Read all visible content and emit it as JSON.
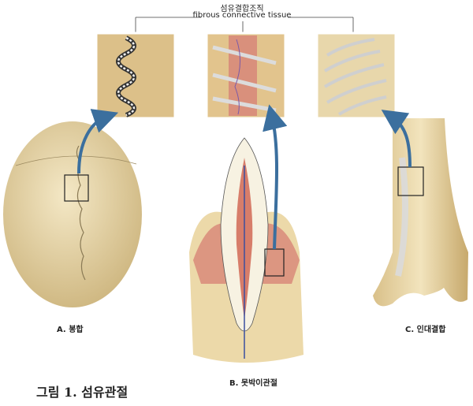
{
  "header": {
    "label_korean": "섬유결합조직",
    "label_english": "fibrous connective tissue"
  },
  "panels": [
    {
      "label": "A. 봉합"
    },
    {
      "label": "B. 못박이관절"
    },
    {
      "label": "C. 인대결합"
    }
  ],
  "caption": "그림 1. 섬유관절",
  "colors": {
    "bone": "#e8d6a8",
    "inset_bg": "#d9bd83",
    "arrow": "#3b6f9e",
    "gum": "#d98a7a"
  }
}
